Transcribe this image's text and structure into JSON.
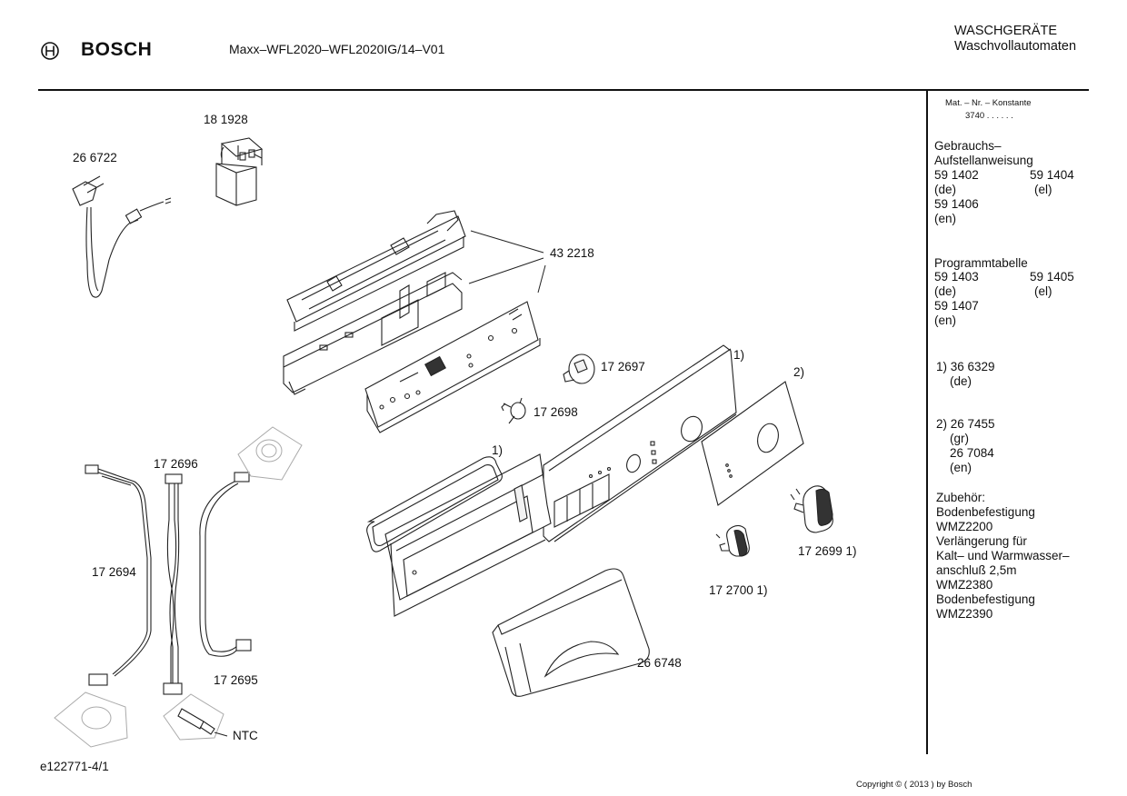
{
  "header": {
    "brand": "BOSCH",
    "model": "Maxx–WFL2020–WFL2020IG/14–V01",
    "category_line1": "WASCHGERÄTE",
    "category_line2": "Waschvollautomaten"
  },
  "parts": {
    "p181928": "18 1928",
    "p266722": "26 6722",
    "p432218": "43 2218",
    "p172697": "17 2697",
    "p172698": "17 2698",
    "p172696": "17 2696",
    "p172694": "17 2694",
    "p172695": "17 2695",
    "p172699": "17 2699 1)",
    "p172700": "17 2700 1)",
    "p266748": "26 6748",
    "ntc": "NTC",
    "note1a": "1)",
    "note1b": "1)",
    "note2": "2)"
  },
  "footer": {
    "drawing_id": "e122771-4/1",
    "copyright": "Copyright © ( 2013 ) by Bosch"
  },
  "sidebar": {
    "mat_title": "Mat. – Nr. – Konstante",
    "mat_value": "3740 .  .   .  .  .  .",
    "manual_title_1": "Gebrauchs–",
    "manual_title_2": "Aufstellanweisung",
    "manual_a": "59 1402",
    "manual_b": "59 1404",
    "manual_a_lang": "(de)",
    "manual_b_lang": "(el)",
    "manual_c": "59 1406",
    "manual_c_lang": "(en)",
    "prog_title": "Programmtabelle",
    "prog_a": "59 1403",
    "prog_b": "59 1405",
    "prog_a_lang": "(de)",
    "prog_b_lang": "(el)",
    "prog_c": "59 1407",
    "prog_c_lang": "(en)",
    "note1_line1": "1) 36 6329",
    "note1_line2": "(de)",
    "note2_line1": "2) 26 7455",
    "note2_line2": "(gr)",
    "note2_line3": "26 7084",
    "note2_line4": "(en)",
    "acc_1": "Zubehör:",
    "acc_2": "Bodenbefestigung",
    "acc_3": "WMZ2200",
    "acc_4": "Verlängerung für",
    "acc_5": "Kalt– und Warmwasser–",
    "acc_6": "anschluß 2,5m",
    "acc_7": "WMZ2380",
    "acc_8": "Bodenbefestigung",
    "acc_9": "WMZ2390"
  }
}
